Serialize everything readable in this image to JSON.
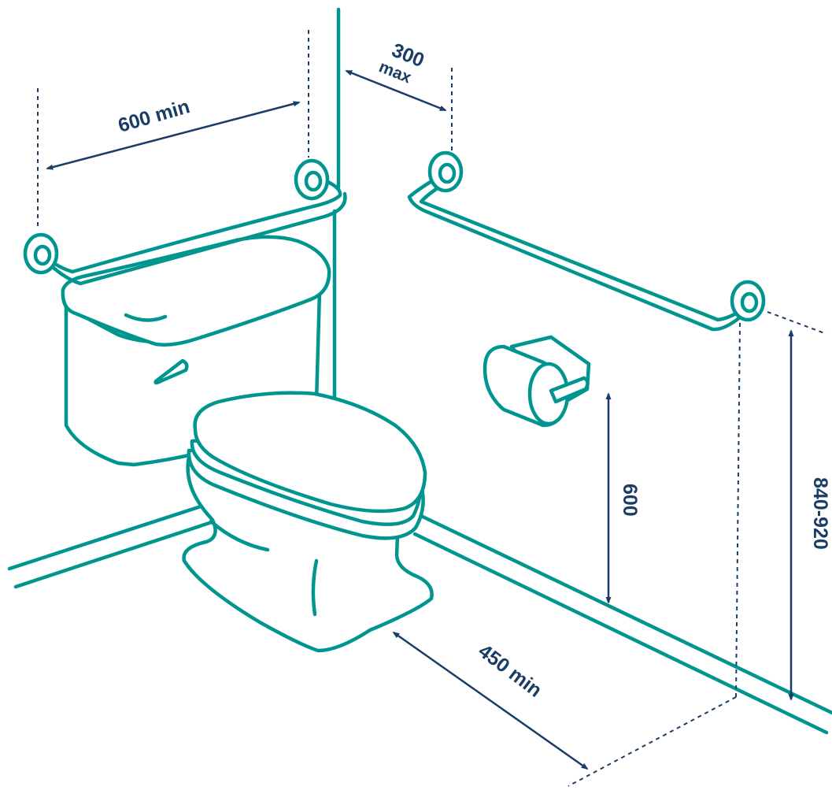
{
  "colors": {
    "line": "#00968f",
    "dimension": "#1a3d66",
    "background": "#ffffff"
  },
  "labels": {
    "rail_width": "600 min",
    "corner_offset": "300",
    "corner_offset_unit": "max",
    "paper_height": "600",
    "rail_height": "840-920",
    "front_clearance": "450 min"
  }
}
